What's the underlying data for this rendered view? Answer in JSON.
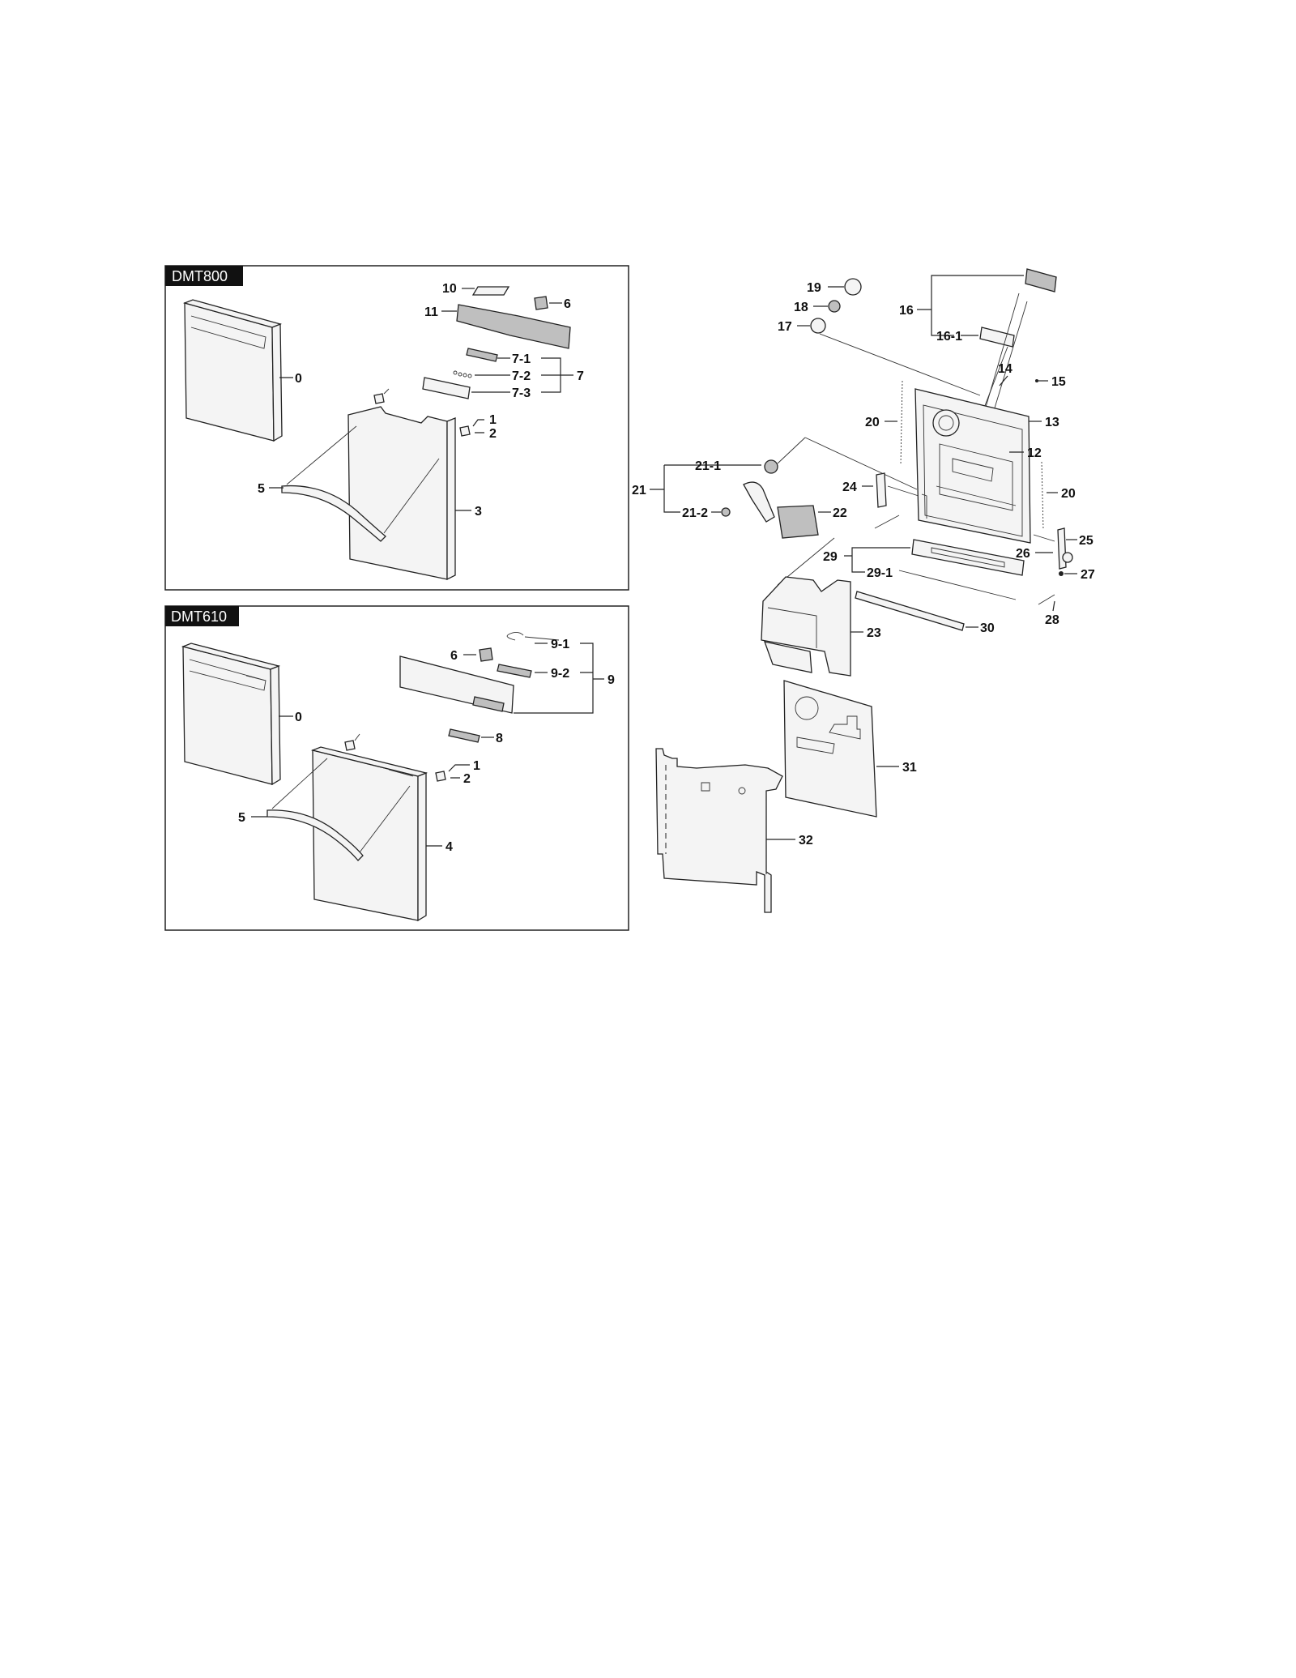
{
  "panels": {
    "dmt800": {
      "tag": "DMT800",
      "labels": {
        "p10": "10",
        "p6": "6",
        "p11": "11",
        "p7_1": "7-1",
        "p7_2": "7-2",
        "p7_3": "7-3",
        "p7": "7",
        "p0": "0",
        "p1": "1",
        "p2": "2",
        "p5": "5",
        "p3": "3"
      }
    },
    "dmt610": {
      "tag": "DMT610",
      "labels": {
        "p9_1": "9-1",
        "p6": "6",
        "p9_2": "9-2",
        "p9": "9",
        "p0": "0",
        "p8": "8",
        "p1": "1",
        "p2": "2",
        "p5": "5",
        "p4": "4"
      }
    }
  },
  "main_labels": {
    "p19": "19",
    "p18": "18",
    "p17": "17",
    "p16": "16",
    "p16_1": "16-1",
    "p14": "14",
    "p15": "15",
    "p13": "13",
    "p12": "12",
    "p20a": "20",
    "p20b": "20",
    "p21": "21",
    "p21_1": "21-1",
    "p21_2": "21-2",
    "p22": "22",
    "p24": "24",
    "p25": "25",
    "p26": "26",
    "p27": "27",
    "p28": "28",
    "p29": "29",
    "p29_1": "29-1",
    "p30": "30",
    "p23": "23",
    "p31": "31",
    "p32": "32"
  }
}
